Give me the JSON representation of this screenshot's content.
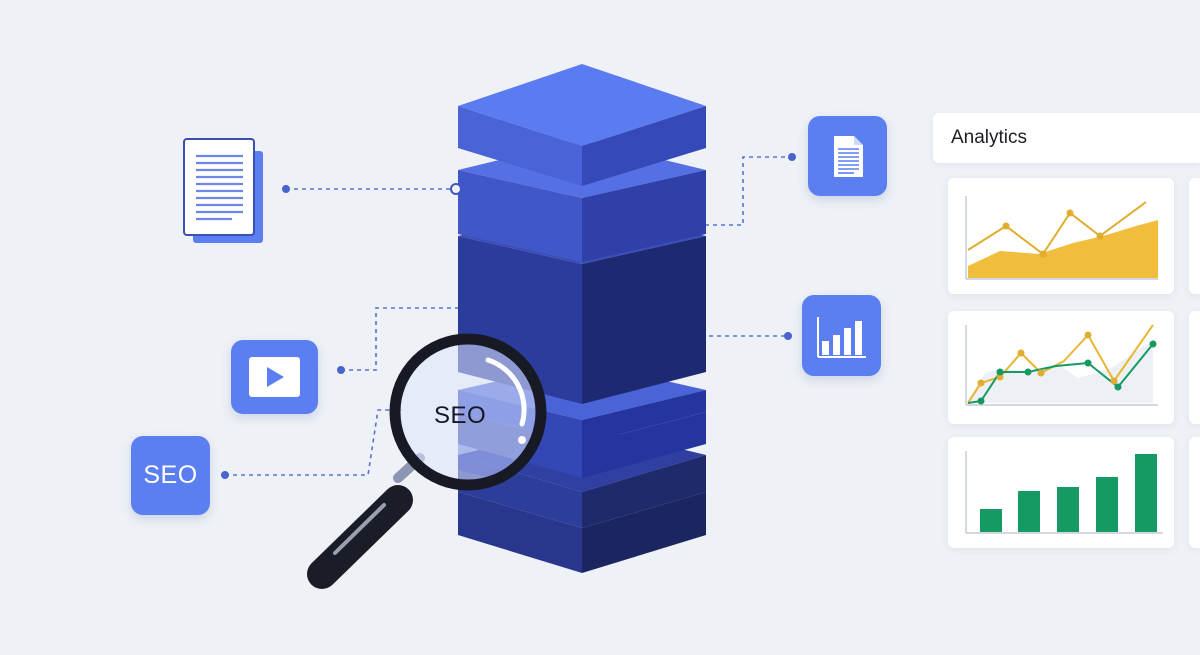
{
  "seo_tile": {
    "label": "SEO"
  },
  "lens": {
    "label": "SEO"
  },
  "analytics": {
    "title": "Analytics"
  },
  "icons": {
    "seo_tile": "seo-text-icon",
    "video_tile": "play-icon",
    "document_tile": "document-icon",
    "chart_tile": "bar-chart-icon",
    "document_stack": "document-stack-icon",
    "magnifier": "magnifying-glass-icon"
  },
  "colors": {
    "background": "#eef1f6",
    "tile_blue": "#5b7ff0",
    "tower_top": "#5b7cf0",
    "tower_dark": "#1d2a6e",
    "connector": "#5a72d8",
    "chart_yellow": "#f1bd3c",
    "chart_green": "#159a63"
  }
}
